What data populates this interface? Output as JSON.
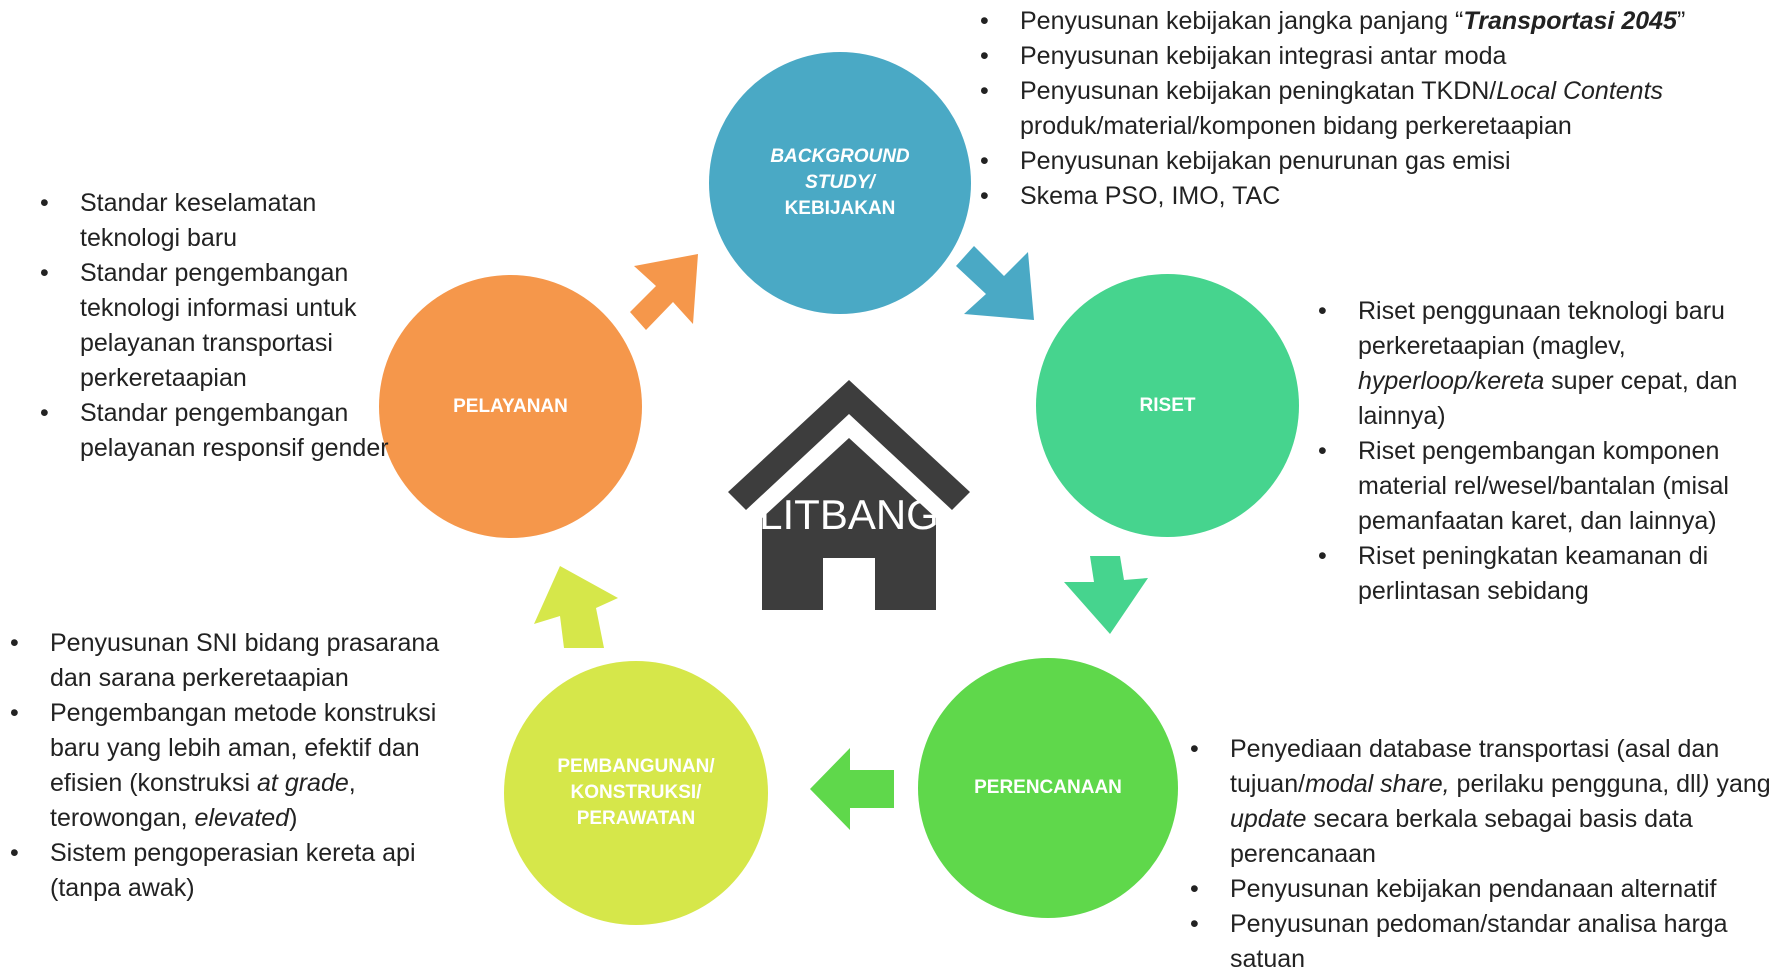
{
  "center": {
    "label": "LITBANG"
  },
  "circles": {
    "background": {
      "line1": "BACKGROUND",
      "line2": "STUDY/",
      "line3": "KEBIJAKAN"
    },
    "riset": {
      "label": "RISET"
    },
    "perencanaan": {
      "label": "PERENCANAAN"
    },
    "pembangunan": {
      "line1": "PEMBANGUNAN/",
      "line2": "KONSTRUKSI/",
      "line3": "PERAWATAN"
    },
    "pelayanan": {
      "label": "PELAYANAN"
    }
  },
  "colors": {
    "background": "#4aa9c5",
    "riset": "#46d48e",
    "perencanaan": "#5fd84b",
    "pembangunan": "#d6e74a",
    "pelayanan": "#f5974b",
    "house": "#3d3d3d"
  },
  "lists": {
    "background": {
      "i0": {
        "a": "Penyusunan kebijakan jangka panjang “",
        "b": "Transportasi 2045",
        "c": "”"
      },
      "i1": {
        "a": "Penyusunan kebijakan integrasi antar moda"
      },
      "i2": {
        "a": "Penyusunan kebijakan peningkatan TKDN/",
        "b": "Local Contents",
        "c": "produk/material/komponen bidang perkeretaapian"
      },
      "i3": {
        "a": "Penyusunan kebijakan penurunan gas emisi"
      },
      "i4": {
        "a": "Skema PSO, IMO, TAC"
      }
    },
    "riset": {
      "i0": {
        "a": "Riset penggunaan teknologi baru perkeretaapian (maglev,",
        "b": "hyperloop/kereta",
        "c": " super cepat, dan lainnya)"
      },
      "i1": {
        "a": "Riset pengembangan komponen material rel/wesel/bantalan (misal pemanfaatan karet, dan lainnya)"
      },
      "i2": {
        "a": "Riset peningkatan keamanan di perlintasan sebidang"
      }
    },
    "perencanaan": {
      "i0": {
        "a": "Penyediaan database transportasi (asal dan tujuan/",
        "b": "modal share,",
        "c": " perilaku pengguna, dll",
        "d": ")",
        "e": "yang ",
        "f": "update",
        "g": " secara berkala sebagai basis data perencanaan"
      },
      "i1": {
        "a": "Penyusunan kebijakan pendanaan alternatif"
      },
      "i2": {
        "a": "Penyusunan pedoman/standar analisa harga satuan"
      }
    },
    "pembangunan": {
      "i0": {
        "a": "Penyusunan SNI bidang prasarana dan sarana perkeretaapian"
      },
      "i1": {
        "a": "Pengembangan metode konstruksi baru yang lebih aman, efektif dan efisien (konstruksi ",
        "b": "at grade",
        "c": ", terowongan, ",
        "d": "elevated",
        "e": ")"
      },
      "i2": {
        "a": "Sistem pengoperasian kereta api (tanpa awak)"
      }
    },
    "pelayanan": {
      "i0": {
        "a": "Standar keselamatan teknologi baru"
      },
      "i1": {
        "a": "Standar pengembangan teknologi informasi untuk pelayanan transportasi perkeretaapian"
      },
      "i2": {
        "a": "Standar pengembangan pelayanan responsif gender"
      }
    }
  }
}
